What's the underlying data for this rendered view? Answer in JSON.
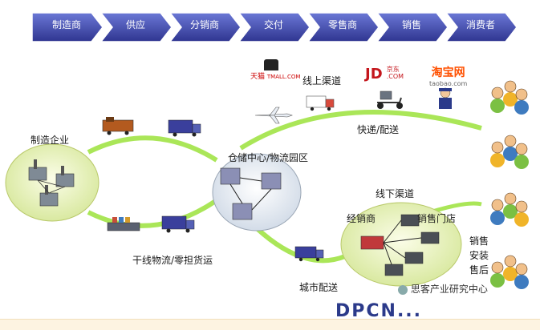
{
  "chain": [
    "制造商",
    "供应",
    "分销商",
    "交付",
    "零售商",
    "销售",
    "消费者"
  ],
  "colors": {
    "chevron_dark": "#3a3f9c",
    "chevron_light": "#5a66c9",
    "arrow_green": "#7ed321",
    "node_fill": "#eaf0c0"
  },
  "labels": {
    "manufacturer": "制造企业",
    "warehouse": "仓储中心/物流园区",
    "online": "线上渠道",
    "express": "快递/配送",
    "trunk": "干线物流/零担货运",
    "city": "城市配送",
    "offline": "线下渠道",
    "distributor": "经销商",
    "store": "销售门店",
    "service": [
      "销售",
      "安装",
      "售后"
    ]
  },
  "logos": {
    "tmall": "天猫",
    "tmall_sub": "TMALL.COM",
    "jd": "JD",
    "jd_cn": "京东",
    "jd_sub": ".COM",
    "taobao": "淘宝网",
    "taobao_sub": "taobao.com"
  },
  "watermark": "思客产业研究中心",
  "cut_text": "DPCN..."
}
